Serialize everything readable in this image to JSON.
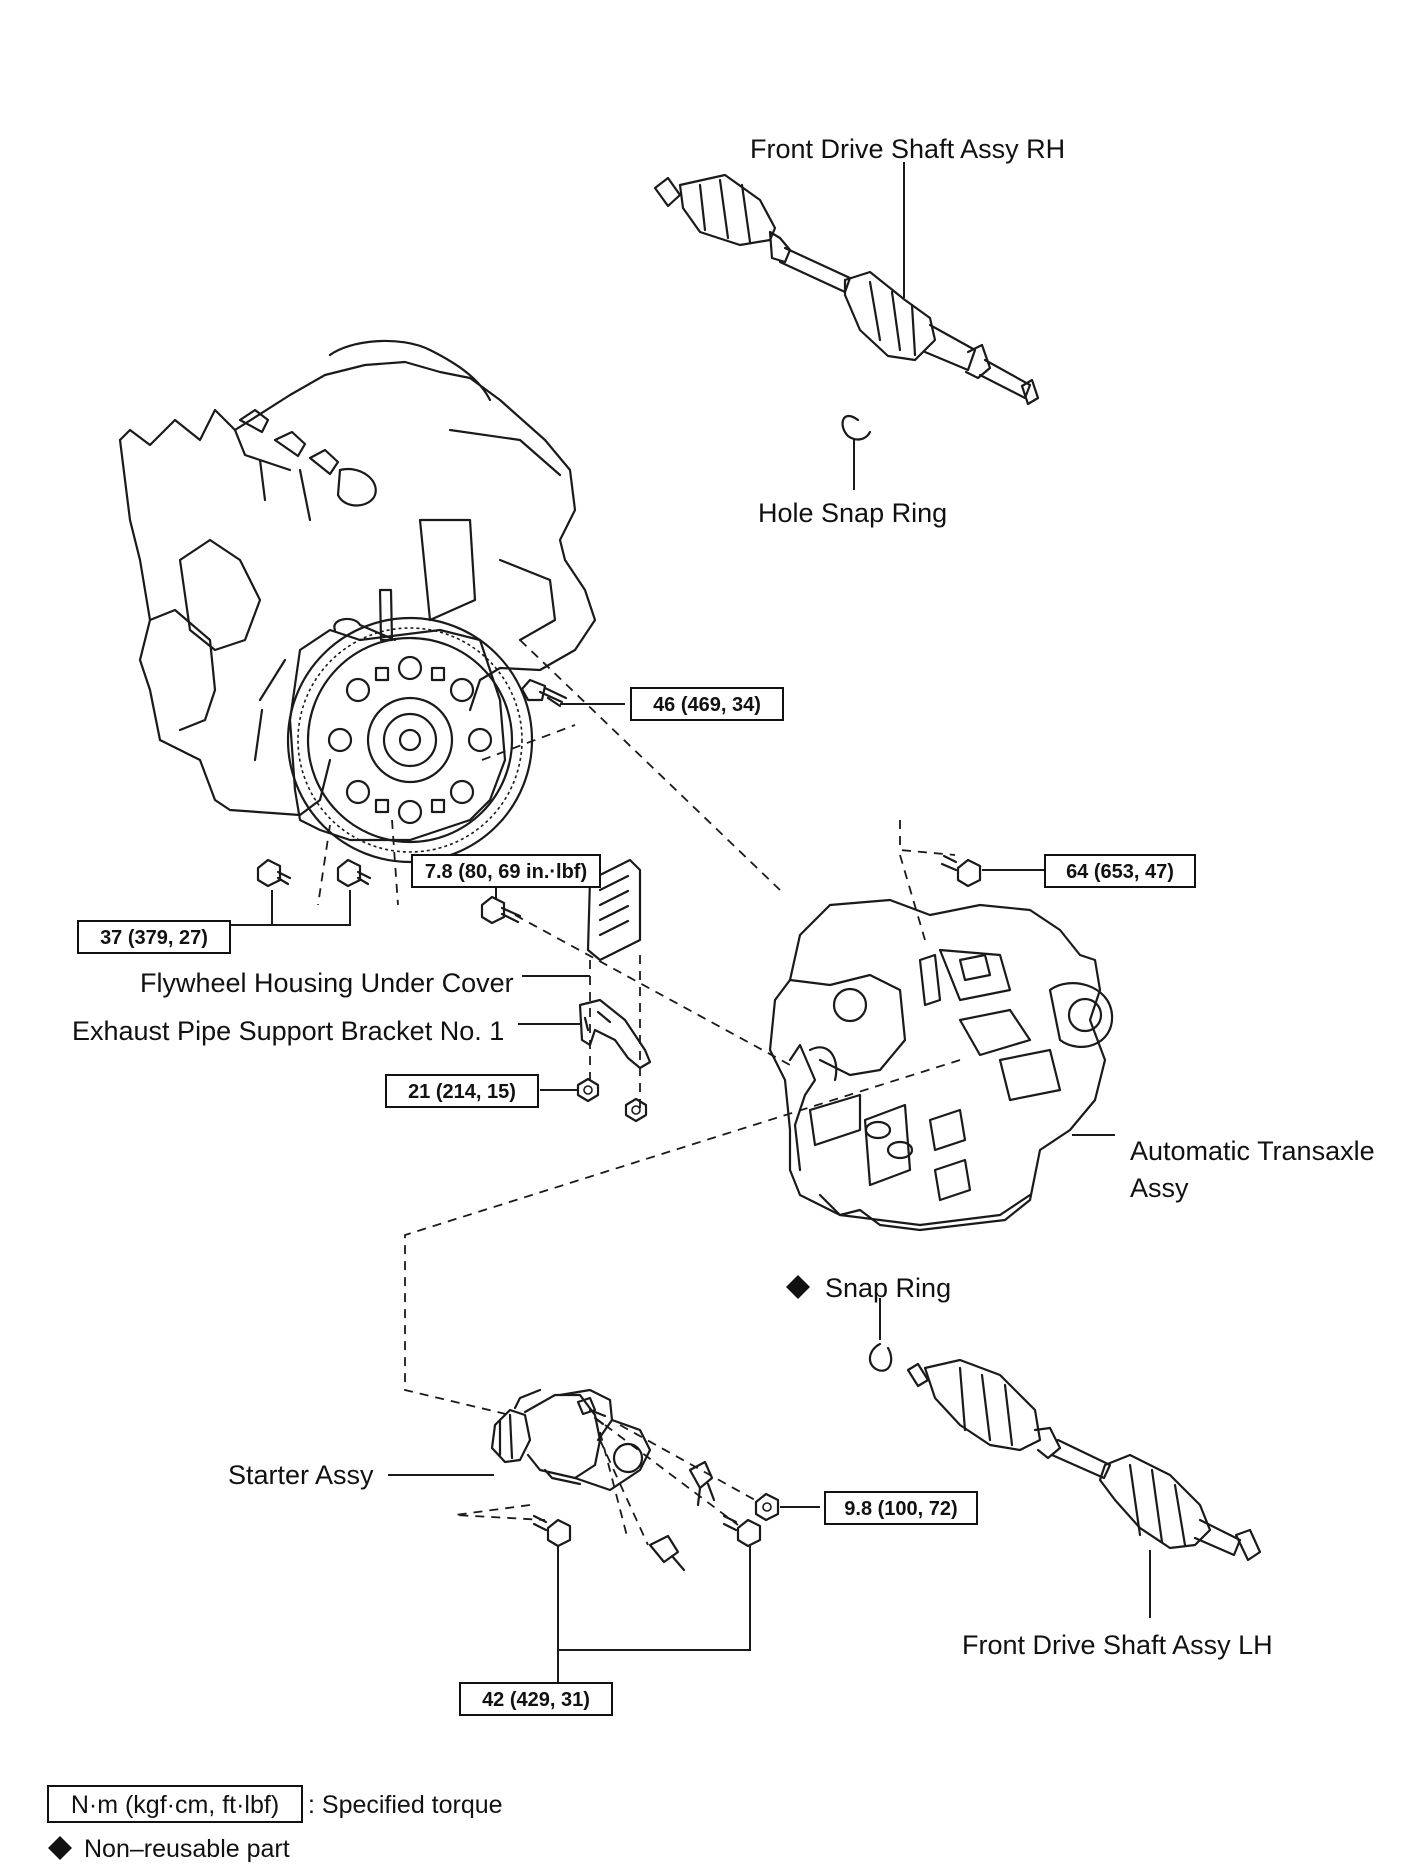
{
  "labels": {
    "front_drive_shaft_rh": "Front Drive Shaft Assy RH",
    "hole_snap_ring": "Hole Snap Ring",
    "flywheel_housing_under_cover": "Flywheel Housing Under Cover",
    "exhaust_pipe_support_bracket": "Exhaust Pipe Support Bracket No. 1",
    "automatic_transaxle_line1": "Automatic Transaxle",
    "automatic_transaxle_line2": "Assy",
    "snap_ring": "Snap Ring",
    "starter_assy": "Starter Assy",
    "front_drive_shaft_lh": "Front Drive Shaft Assy LH"
  },
  "torques": {
    "t46": "46 (469, 34)",
    "t64": "64 (653, 47)",
    "t78": "7.8 (80, 69 in.·lbf)",
    "t37": "37 (379, 27)",
    "t21": "21 (214, 15)",
    "t98": "9.8 (100, 72)",
    "t42": "42 (429, 31)"
  },
  "legend": {
    "torque_unit": "N·m (kgf·cm, ft·lbf)",
    "torque_desc": ": Specified torque",
    "non_reusable": "Non–reusable part"
  },
  "icons": {
    "non_reusable_marker": "diamond-icon"
  },
  "colors": {
    "ink": "#1a1a1a",
    "paper": "#ffffff"
  }
}
